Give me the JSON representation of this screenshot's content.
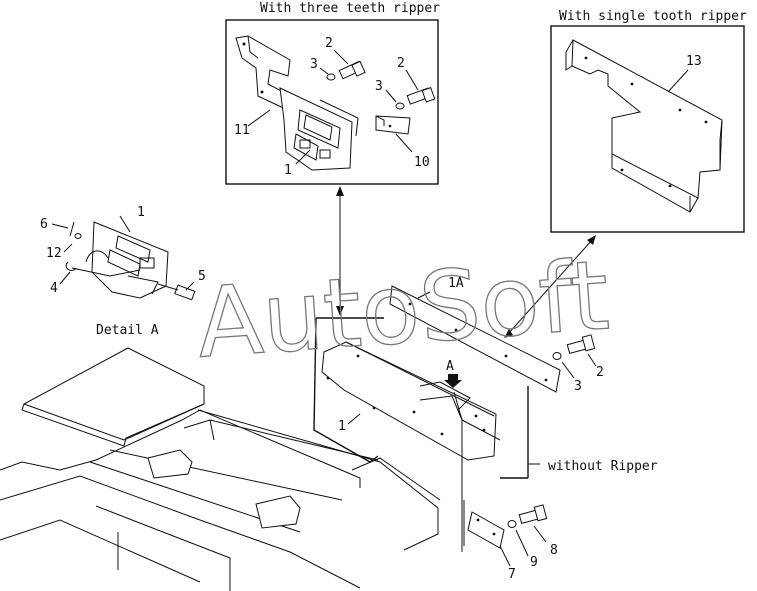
{
  "captions": {
    "three_teeth": "With three teeth ripper",
    "single_tooth": "With single tooth ripper",
    "detail_a": "Detail A",
    "without_ripper": "without Ripper",
    "view_marker": "A"
  },
  "watermark": "AutoSoft",
  "callouts": {
    "inset3_item2a": "2",
    "inset3_item3a": "3",
    "inset3_item2b": "2",
    "inset3_item3b": "3",
    "inset3_item11": "11",
    "inset3_item1": "1",
    "inset3_item10": "10",
    "inset1_item13": "13",
    "detail_item6": "6",
    "detail_item1": "1",
    "detail_item12": "12",
    "detail_item4": "4",
    "detail_item5": "5",
    "main_item1A": "1A",
    "main_item1": "1",
    "main_item3": "3",
    "main_item2": "2",
    "main_item8": "8",
    "main_item9": "9",
    "main_item7": "7"
  },
  "colors": {
    "ink": "#111111",
    "watermark": "#777777",
    "background": "#ffffff"
  }
}
